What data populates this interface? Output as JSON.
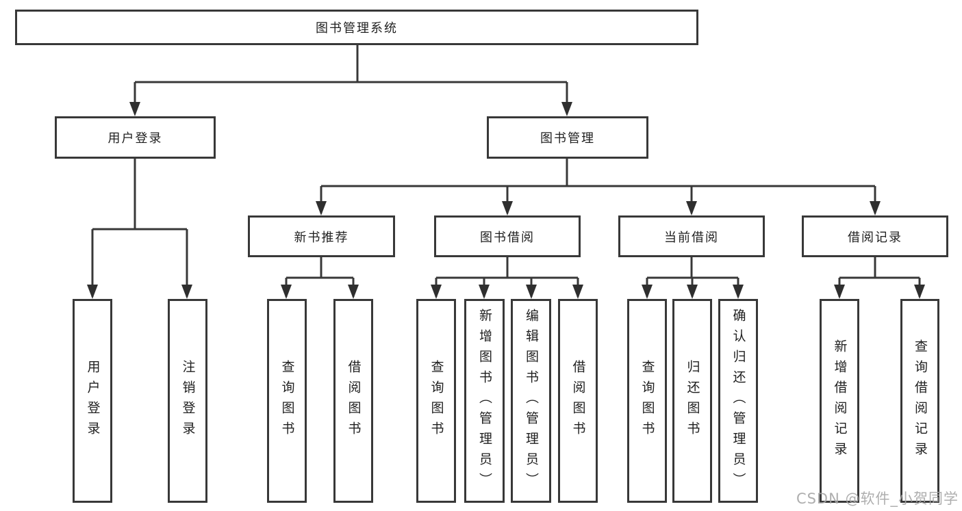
{
  "tree": {
    "label": "图书管理系统",
    "children": [
      {
        "label": "用户登录",
        "children": [
          {
            "label": "用户登录"
          },
          {
            "label": "注销登录"
          }
        ]
      },
      {
        "label": "图书管理",
        "children": [
          {
            "label": "新书推荐",
            "children": [
              {
                "label": "查询图书"
              },
              {
                "label": "借阅图书"
              }
            ]
          },
          {
            "label": "图书借阅",
            "children": [
              {
                "label": "查询图书"
              },
              {
                "label": "新增图书（管理员）"
              },
              {
                "label": "编辑图书（管理员）"
              },
              {
                "label": "借阅图书"
              }
            ]
          },
          {
            "label": "当前借阅",
            "children": [
              {
                "label": "查询图书"
              },
              {
                "label": "归还图书"
              },
              {
                "label": "确认归还（管理员）"
              }
            ]
          },
          {
            "label": "借阅记录",
            "children": [
              {
                "label": "新增借阅记录"
              },
              {
                "label": "查询借阅记录"
              }
            ]
          }
        ]
      }
    ]
  },
  "watermark": {
    "text": "CSDN @软件_小贺同学"
  },
  "colors": {
    "line": "#383838",
    "arrow": "#2f2f2f",
    "text": "#1f1f1f",
    "background": "#ffffff",
    "watermark": "#a5a5a5"
  }
}
